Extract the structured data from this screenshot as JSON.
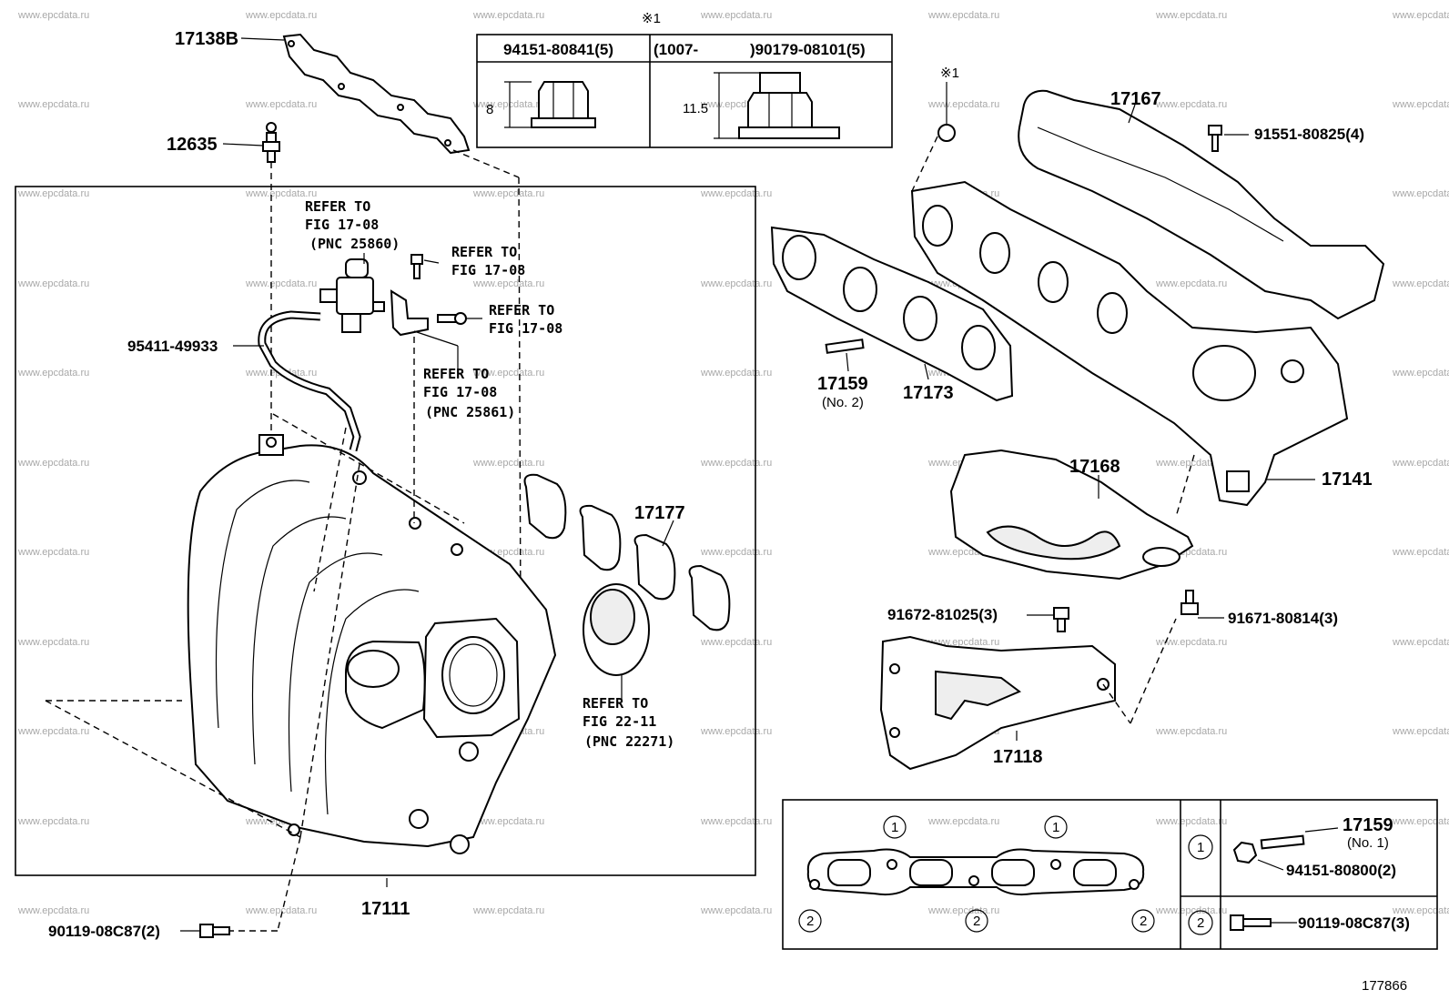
{
  "watermark": "www.epcdata.ru",
  "figure_id": "177866",
  "parts": {
    "p17138B": "17138B",
    "p12635": "12635",
    "p95411": "95411-49933",
    "p17111": "17111",
    "p90119a": "90119-08C87(2)",
    "p17177": "17177",
    "p17167": "17167",
    "p91551": "91551-80825(4)",
    "p17159a": "17159",
    "p17159a_sub": "(No. 2)",
    "p17173": "17173",
    "p17168": "17168",
    "p17141": "17141",
    "p91672": "91672-81025(3)",
    "p91671": "91671-80814(3)",
    "p17118": "17118",
    "p17159b": "17159",
    "p17159b_sub": "(No. 1)",
    "p94151b": "94151-80800(2)",
    "p90119b": "90119-08C87(3)"
  },
  "refs": {
    "r1": [
      "REFER TO",
      "FIG 17-08",
      "(PNC 25860)"
    ],
    "r2": [
      "REFER TO",
      "FIG 17-08"
    ],
    "r3": [
      "REFER TO",
      "FIG 17-08"
    ],
    "r4": [
      "REFER TO",
      "FIG 17-08",
      "(PNC 25861)"
    ],
    "r5": [
      "REFER TO",
      "FIG 22-11",
      "(PNC 22271)"
    ]
  },
  "nut_table": {
    "marker": "※1",
    "col1": "94151-80841(5)",
    "col2_prefix": "(1007-",
    "col2_part": ")90179-08101(5)",
    "dim1": "8",
    "dim2": "11.5"
  },
  "marker_nut": "※1",
  "legend": {
    "c1": "1",
    "c2": "2"
  }
}
